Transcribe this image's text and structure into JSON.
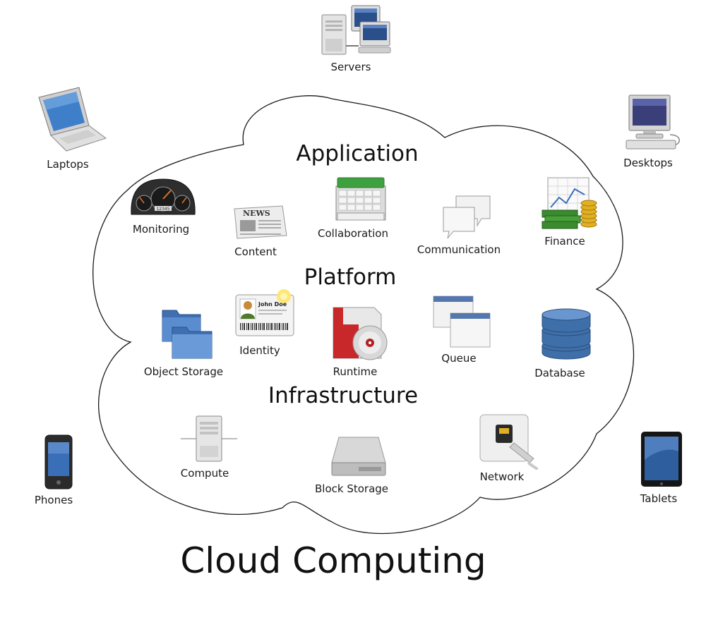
{
  "title": "Cloud Computing",
  "sections": {
    "application": "Application",
    "platform": "Platform",
    "infrastructure": "Infrastructure"
  },
  "clients": {
    "servers": "Servers",
    "laptops": "Laptops",
    "desktops": "Desktops",
    "phones": "Phones",
    "tablets": "Tablets"
  },
  "application_items": {
    "monitoring": "Monitoring",
    "monitoring_readout": "12345",
    "content": "Content",
    "content_masthead": "NEWS",
    "collaboration": "Collaboration",
    "communication": "Communication",
    "finance": "Finance"
  },
  "platform_items": {
    "object_storage": "Object Storage",
    "identity": "Identity",
    "identity_card_name": "John Doe",
    "runtime": "Runtime",
    "queue": "Queue",
    "database": "Database"
  },
  "infrastructure_items": {
    "compute": "Compute",
    "block_storage": "Block Storage",
    "network": "Network"
  },
  "icons": [
    "server-icon",
    "laptop-icon",
    "desktop-icon",
    "phone-icon",
    "tablet-icon",
    "gauge-icon",
    "newspaper-icon",
    "calendar-icon",
    "speech-bubbles-icon",
    "finance-chart-icon",
    "folders-icon",
    "id-card-icon",
    "runtime-disc-icon",
    "window-stack-icon",
    "database-icon",
    "tower-server-icon",
    "hard-drive-icon",
    "ethernet-jack-icon"
  ],
  "colors": {
    "cloud_stroke": "#1a1a1a",
    "folder": "#4a7fc1",
    "database": "#3f6fa8",
    "money": "#3a8a2e",
    "gold": "#e0b020"
  }
}
